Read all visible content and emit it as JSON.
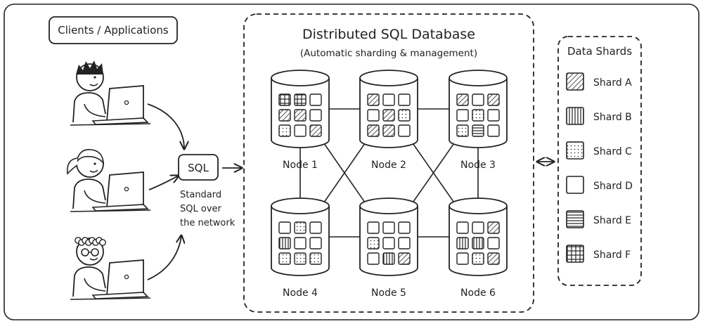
{
  "clients": {
    "title": "Clients / Applications",
    "users": [
      {
        "icon": "user-laptop-icon"
      },
      {
        "icon": "user-laptop-icon"
      },
      {
        "icon": "user-laptop-icon"
      }
    ]
  },
  "sql": {
    "label": "SQL",
    "caption": [
      "Standard",
      "SQL over",
      "the network"
    ]
  },
  "database": {
    "title": "Distributed SQL Database",
    "subtitle": "(Automatic sharding & management)",
    "nodes": [
      {
        "label": "Node 1",
        "shards": [
          "F",
          "F",
          "D",
          "A",
          "A",
          "D",
          "C",
          "D",
          "A"
        ]
      },
      {
        "label": "Node 2",
        "shards": [
          "A",
          "D",
          "D",
          "D",
          "A",
          "C",
          "A",
          "A",
          "D"
        ]
      },
      {
        "label": "Node 3",
        "shards": [
          "A",
          "D",
          "A",
          "D",
          "C",
          "D",
          "C",
          "E",
          "D"
        ]
      },
      {
        "label": "Node 4",
        "shards": [
          "D",
          "C",
          "D",
          "B",
          "D",
          "D",
          "C",
          "C",
          "C"
        ]
      },
      {
        "label": "Node 5",
        "shards": [
          "D",
          "D",
          "D",
          "C",
          "D",
          "D",
          "D",
          "B",
          "A"
        ]
      },
      {
        "label": "Node 6",
        "shards": [
          "D",
          "D",
          "A",
          "B",
          "B",
          "D",
          "D",
          "C",
          "A"
        ]
      }
    ]
  },
  "legend": {
    "title": "Data Shards",
    "items": [
      {
        "key": "A",
        "label": "Shard A"
      },
      {
        "key": "B",
        "label": "Shard B"
      },
      {
        "key": "C",
        "label": "Shard C"
      },
      {
        "key": "D",
        "label": "Shard D"
      },
      {
        "key": "E",
        "label": "Shard E"
      },
      {
        "key": "F",
        "label": "Shard F"
      }
    ]
  },
  "colors": {
    "ink": "#222222",
    "background": "#ffffff"
  }
}
